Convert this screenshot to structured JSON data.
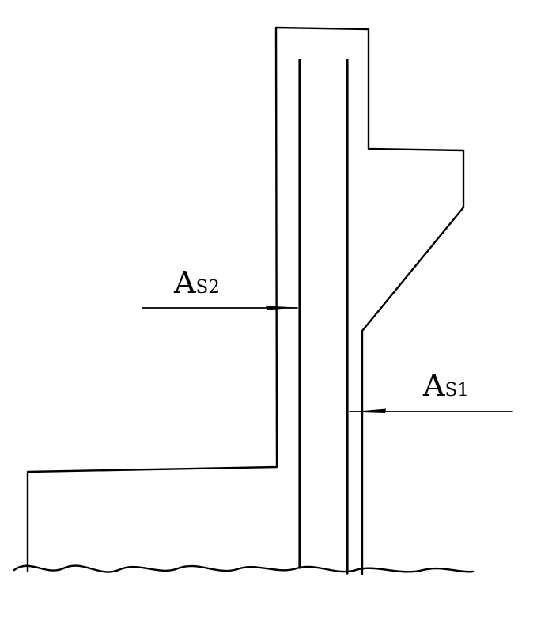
{
  "diagram": {
    "labels": {
      "as2": {
        "main": "A",
        "sub": "S2"
      },
      "as1": {
        "main": "A",
        "sub": "S1"
      }
    },
    "colors": {
      "line": "#000000",
      "background": "#ffffff"
    }
  }
}
